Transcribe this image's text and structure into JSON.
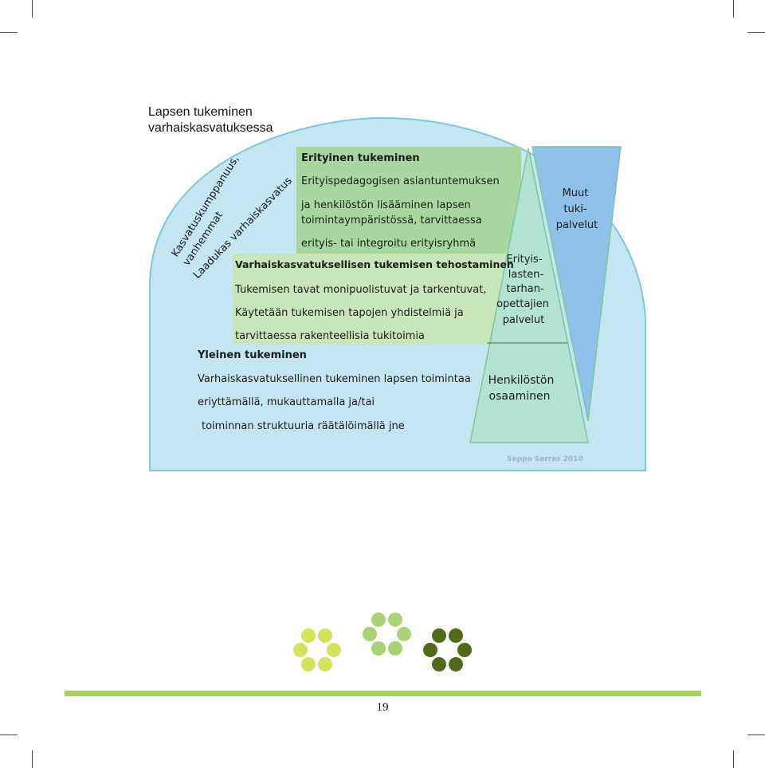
{
  "title": {
    "line1": "Lapsen tukeminen",
    "line2": "varhaiskasvatuksessa"
  },
  "arc_label": {
    "line1": "Kasvatuskumppanuus,",
    "line2": "vanhemmat",
    "line3": "Laadukas varhaiskasvatus"
  },
  "special_support": {
    "heading": "Erityinen tukeminen",
    "lines": [
      "Erityispedagogisen asiantuntemuksen",
      "ja henkilöstön lisääminen lapsen",
      "toimintaympäristössä, tarvittaessa",
      "erityis- tai integroitu erityisryhmä"
    ]
  },
  "intensified_support": {
    "heading": "Varhaiskasvatuksellisen tukemisen tehostaminen",
    "lines": [
      "Tukemisen  tavat monipuolistuvat ja tarkentuvat,",
      "Käytetään tukemisen tapojen yhdistelmiä ja",
      "tarvittaessa rakenteellisia tukitoimia"
    ]
  },
  "general_support": {
    "heading": "Yleinen tukeminen",
    "lines": [
      "Varhaiskasvatuksellinen tukeminen lapsen toimintaa",
      "eriyttämällä, mukauttamalla ja/tai",
      "toiminnan struktuuria räätälöimällä jne"
    ]
  },
  "pyramid": {
    "upper_lines": [
      "Erityis-",
      "lasten-",
      "tarhan-",
      "opettajien",
      "palvelut"
    ],
    "lower_lines": [
      "Henkilöstön",
      "osaaminen"
    ]
  },
  "other_services": {
    "lines": [
      "Muut",
      "tuki-",
      "palvelut"
    ]
  },
  "credit": "Seppo Sarras 2010",
  "page_number": "19",
  "colors": {
    "dome": "#c4e6f1",
    "dome_stroke": "#7fc6de",
    "special": "#a7d69e",
    "intensified": "#c9e6ba",
    "pyramid": "#b4e2d3",
    "other_services": "#8fc0ea",
    "dots_light": "#d6e25e",
    "dots_mid": "#a9d274",
    "dots_dark": "#4f6b1a",
    "rule": "#a9cf62"
  }
}
